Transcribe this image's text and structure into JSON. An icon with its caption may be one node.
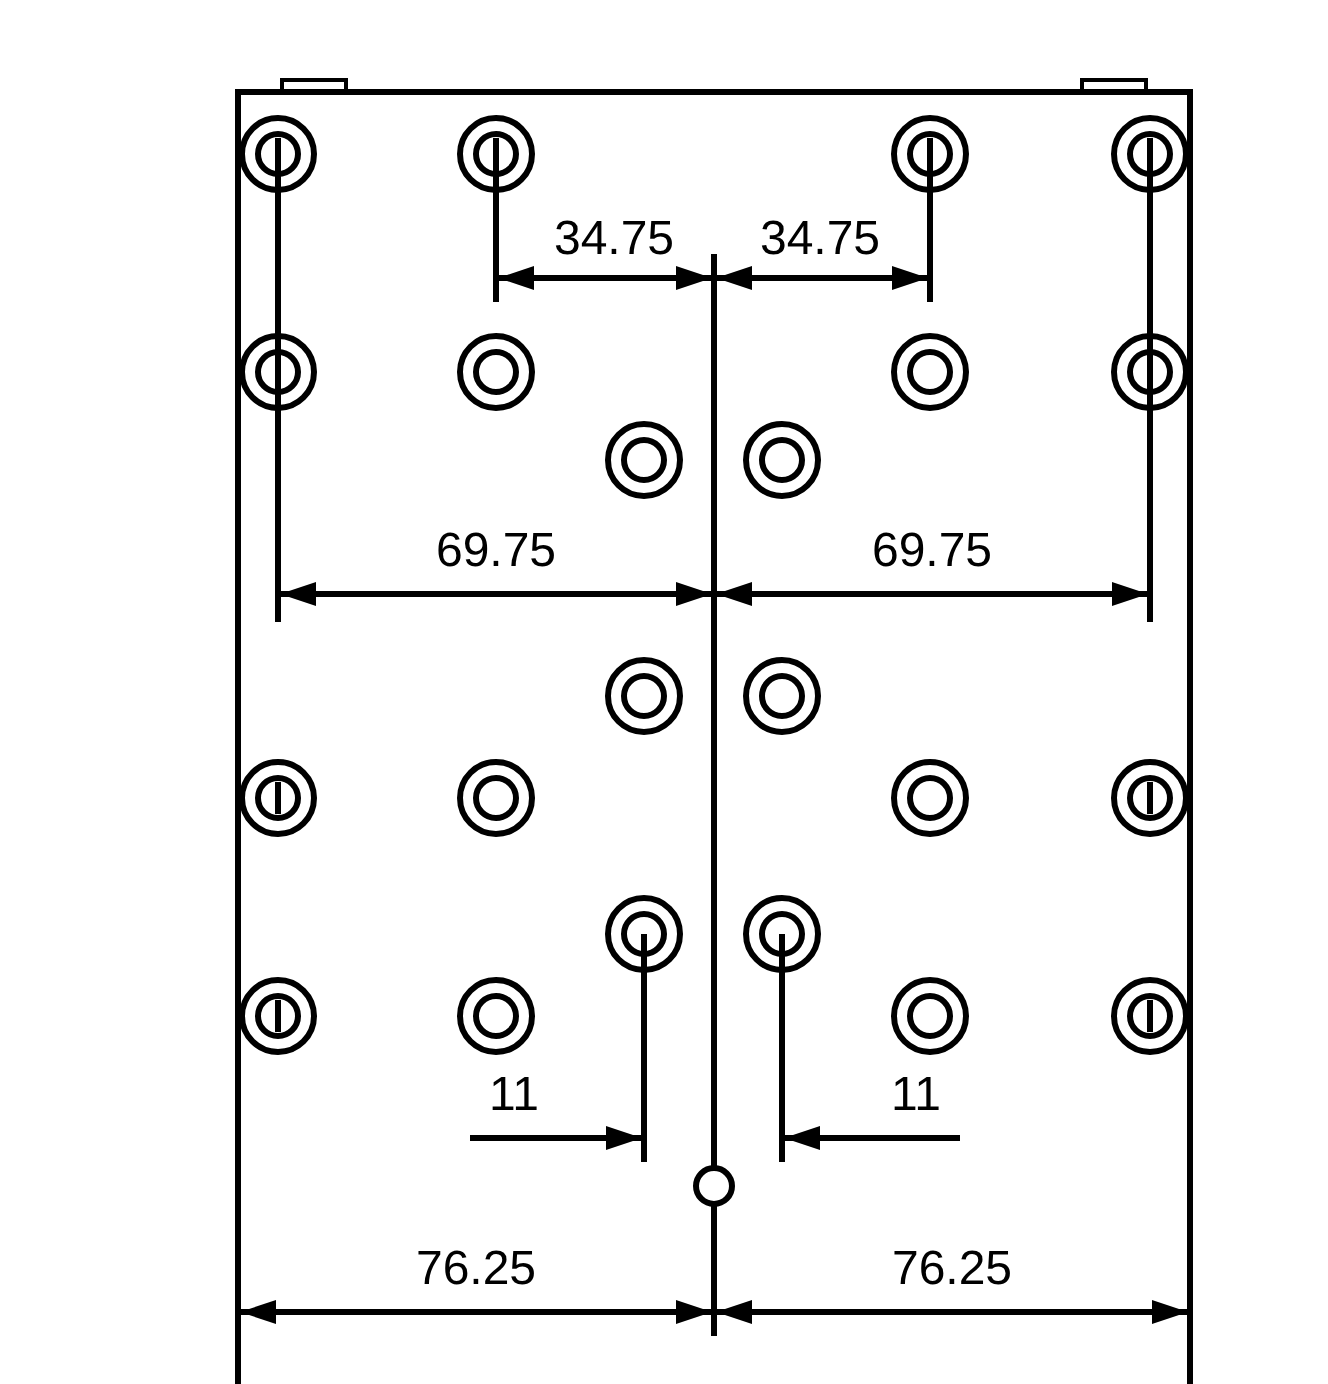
{
  "diagram": {
    "labels": [
      "34.75",
      "34.75",
      "69.75",
      "69.75",
      "11",
      "11",
      "76.25",
      "76.25"
    ]
  }
}
